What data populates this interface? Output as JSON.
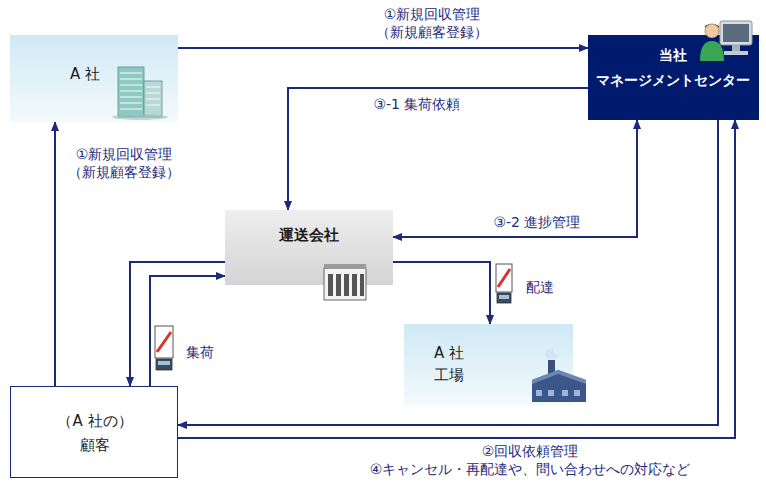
{
  "diagram": {
    "nodes": [
      {
        "text": [
          "A 社"
        ]
      },
      {
        "text": [
          "当社 マネージメントセンター"
        ]
      },
      {
        "text": [
          "運送会社"
        ]
      },
      {
        "text": [
          "A 社 工場"
        ]
      },
      {
        "text": [
          "（A 社の） 顧客"
        ]
      }
    ],
    "edges": [
      {
        "from": 0,
        "to": 1,
        "label": "①新規回収管理 （新規顧客登録）",
        "arrow": "to"
      },
      {
        "from": 4,
        "to": 0,
        "label": "①新規回収管理 （新規顧客登録）",
        "arrow": "to"
      },
      {
        "from": 1,
        "to": 2,
        "label": "③-1 集荷依頼",
        "arrow": "to"
      },
      {
        "from": 2,
        "to": 1,
        "label": "③-2 進捗管理",
        "arrow": "both"
      },
      {
        "from": 2,
        "to": 4,
        "arrow": "to"
      },
      {
        "from": 4,
        "to": 2,
        "label": "集荷",
        "arrow": "to"
      },
      {
        "from": 2,
        "to": 3,
        "label": "配達",
        "arrow": "to"
      },
      {
        "from": 1,
        "to": 4,
        "label": "②回収依頼管理",
        "arrow": "to"
      },
      {
        "from": 4,
        "to": 1,
        "label": "④キャンセル・再配達や、問い合わせへの対応など",
        "arrow": "to"
      }
    ]
  }
}
